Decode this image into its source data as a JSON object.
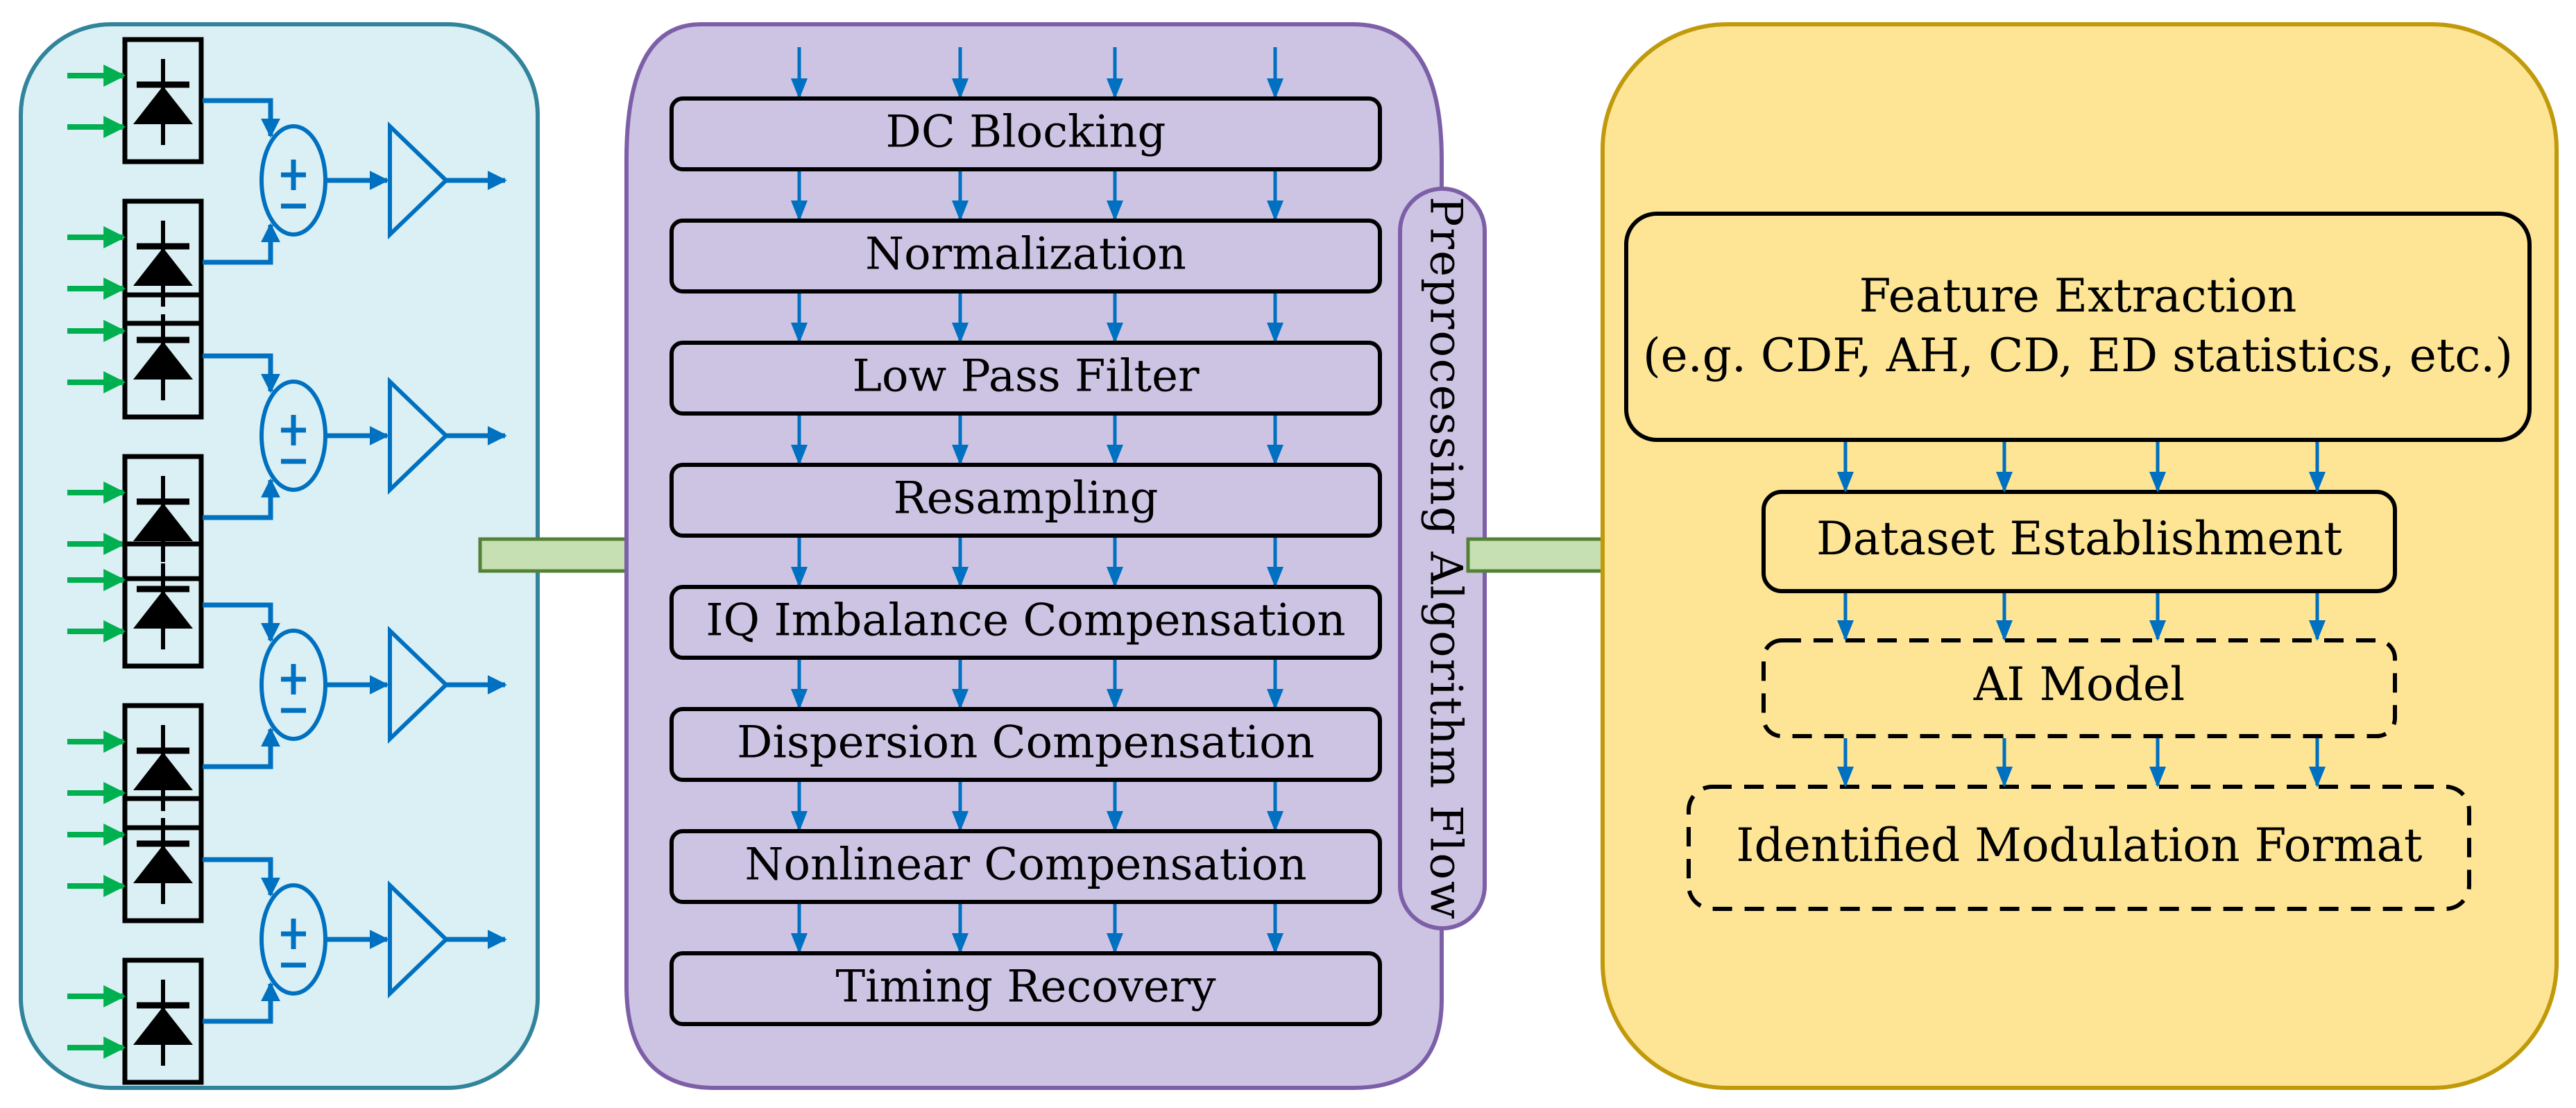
{
  "colors": {
    "detector_panel_fill": "#dbf0f4",
    "detector_panel_stroke": "#31849b",
    "preprocess_panel_fill": "#cdc4e4",
    "preprocess_panel_stroke": "#7d5fa8",
    "ai_panel_fill": "#fde595",
    "ai_panel_stroke": "#c19a0b",
    "signal_arrow": "#0070c0",
    "optical_input_arrow": "#00b050",
    "block_arrow_fill": "#c6e0b4",
    "block_arrow_stroke": "#538135"
  },
  "detector_panel": {
    "channels": 4,
    "diode_label": "photodiode",
    "combiner_symbol": "±",
    "amplifier_label": "amplifier"
  },
  "preprocessing": {
    "side_label": "Preprocessing Algorithm Flow",
    "steps": [
      "DC Blocking",
      "Normalization",
      "Low Pass Filter",
      "Resampling",
      "IQ Imbalance Compensation",
      "Dispersion Compensation",
      "Nonlinear Compensation",
      "Timing Recovery"
    ]
  },
  "recognition": {
    "feature_extraction_title": "Feature Extraction",
    "feature_extraction_subtitle": "(e.g. CDF, AH, CD, ED statistics, etc.)",
    "dataset": "Dataset Establishment",
    "model": "AI Model",
    "output": "Identified Modulation Format"
  }
}
